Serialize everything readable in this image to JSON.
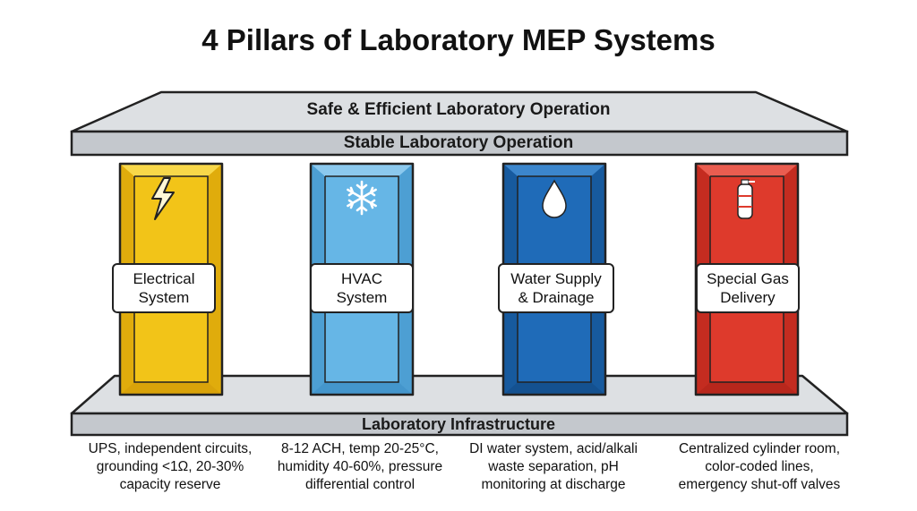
{
  "title": "4 Pillars of Laboratory MEP Systems",
  "roof": {
    "top_label": "Safe & Efficient Laboratory Operation",
    "band_label": "Stable Laboratory Operation"
  },
  "base": {
    "label": "Laboratory Infrastructure"
  },
  "colors": {
    "electrical": "#f2c418",
    "hvac": "#66b6e6",
    "water": "#1f6bb8",
    "gas": "#de3a2c",
    "slab": "#c9cdd2"
  },
  "pillars": [
    {
      "id": "electrical",
      "icon": "lightning-icon",
      "label_line1": "Electrical",
      "label_line2": "System",
      "desc_line1": "UPS, independent circuits,",
      "desc_line2": "grounding <1Ω, 20-30%",
      "desc_line3": "capacity reserve"
    },
    {
      "id": "hvac",
      "icon": "snowflake-icon",
      "label_line1": "HVAC",
      "label_line2": "System",
      "desc_line1": "8-12 ACH, temp 20-25°C,",
      "desc_line2": "humidity 40-60%, pressure",
      "desc_line3": "differential control"
    },
    {
      "id": "water",
      "icon": "water-drop-icon",
      "label_line1": "Water Supply",
      "label_line2": "& Drainage",
      "desc_line1": "DI water system, acid/alkali",
      "desc_line2": "waste separation, pH",
      "desc_line3": "monitoring at discharge"
    },
    {
      "id": "gas",
      "icon": "gas-cylinder-icon",
      "label_line1": "Special Gas",
      "label_line2": "Delivery",
      "desc_line1": "Centralized cylinder room,",
      "desc_line2": "color-coded lines,",
      "desc_line3": "emergency shut-off valves"
    }
  ]
}
